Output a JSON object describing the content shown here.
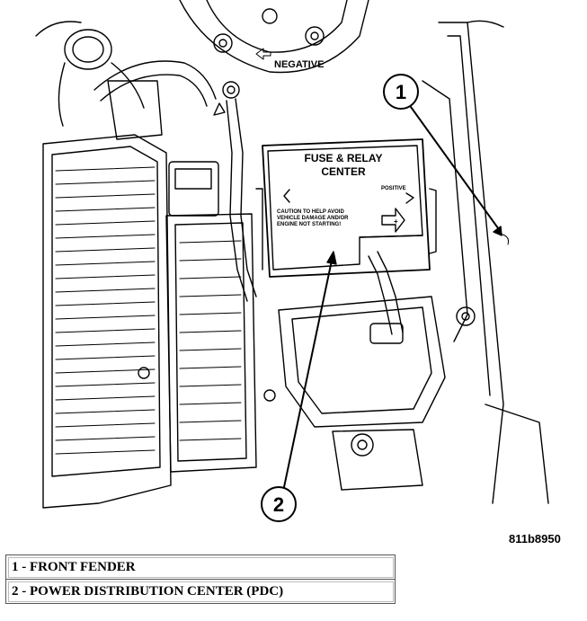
{
  "diagram": {
    "labels": {
      "negative": "NEGATIVE",
      "fuse_title_1": "FUSE & RELAY",
      "fuse_title_2": "CENTER",
      "positive": "POSITIVE",
      "caution_1": "CAUTION TO HELP AVOID",
      "caution_2": "VEHICLE DAMAGE AND/OR",
      "caution_3": "ENGINE NOT STARTING!",
      "battery_neg_symbol": "−",
      "battery_pos_symbol": "+"
    },
    "callouts": [
      {
        "number": "1"
      },
      {
        "number": "2"
      }
    ],
    "figure_id": "811b8950"
  },
  "legend": [
    {
      "text": "1 - FRONT FENDER"
    },
    {
      "text": "2 - POWER DISTRIBUTION CENTER (PDC)"
    }
  ]
}
